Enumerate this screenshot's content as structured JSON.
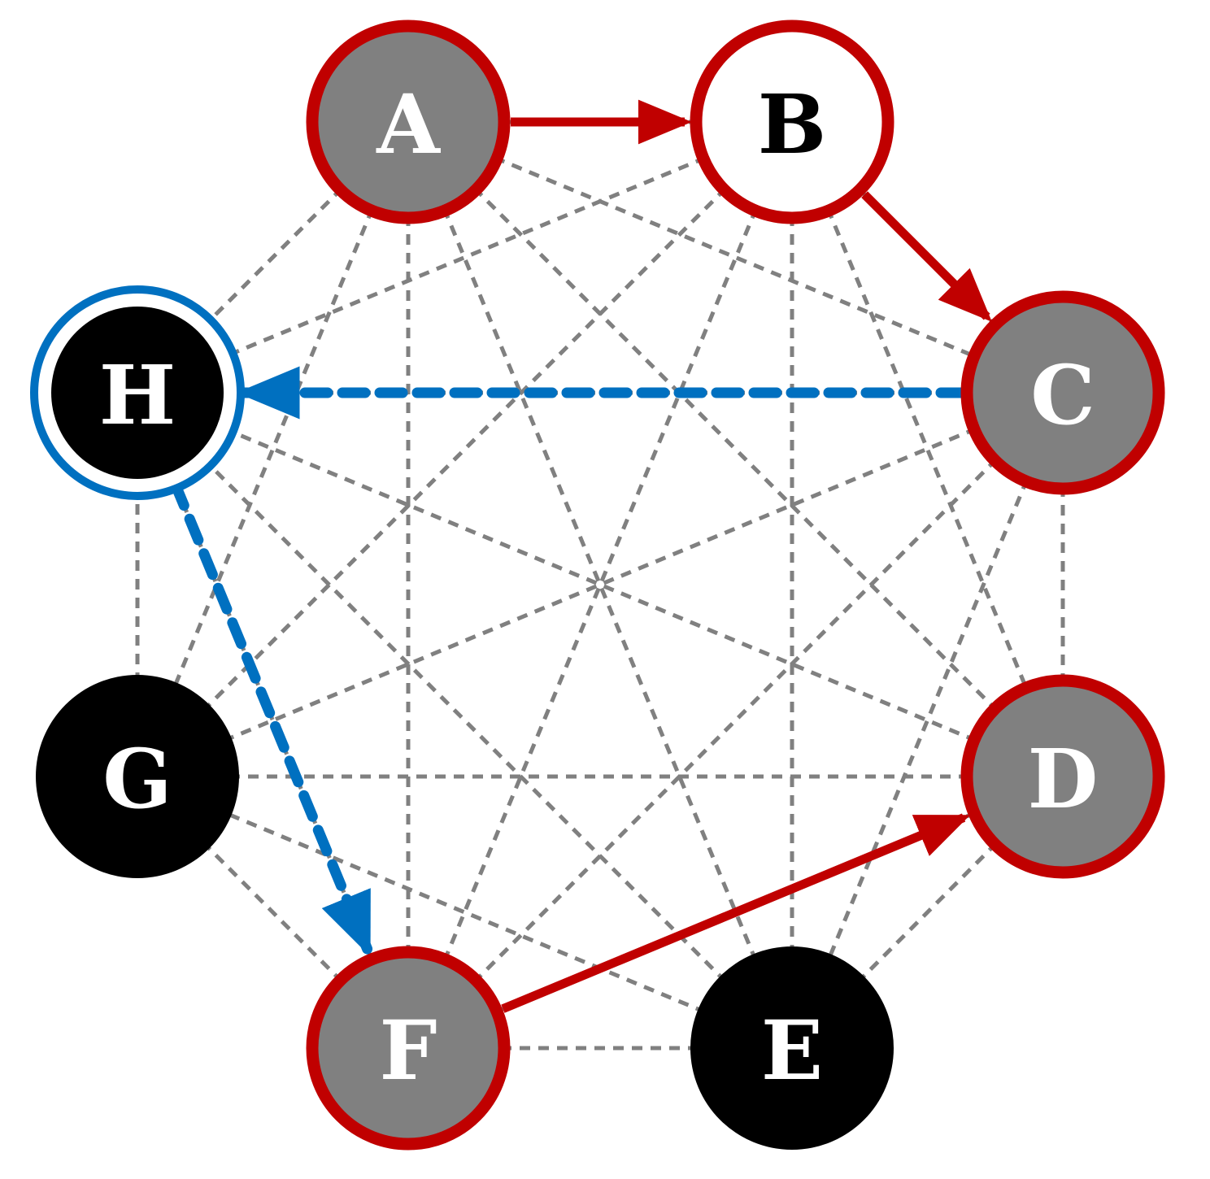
{
  "colors": {
    "background": "#ffffff",
    "background_edge": "#808080",
    "red_path": "#c00000",
    "blue_path": "#0070c0",
    "gray_fill": "#808080",
    "black_fill": "#000000",
    "white_fill": "#ffffff",
    "white_text": "#ffffff",
    "black_text": "#000000"
  },
  "nodes": [
    {
      "id": "A",
      "label": "A",
      "fill": "gray",
      "ring": "red"
    },
    {
      "id": "B",
      "label": "B",
      "fill": "white",
      "ring": "red"
    },
    {
      "id": "C",
      "label": "C",
      "fill": "gray",
      "ring": "red"
    },
    {
      "id": "D",
      "label": "D",
      "fill": "gray",
      "ring": "red"
    },
    {
      "id": "E",
      "label": "E",
      "fill": "black",
      "ring": "none"
    },
    {
      "id": "F",
      "label": "F",
      "fill": "gray",
      "ring": "red"
    },
    {
      "id": "G",
      "label": "G",
      "fill": "black",
      "ring": "none"
    },
    {
      "id": "H",
      "label": "H",
      "fill": "black",
      "ring": "blue-double"
    }
  ],
  "edges": {
    "background_style": "dashed",
    "background_connectivity": "complete",
    "red_path": [
      [
        "A",
        "B"
      ],
      [
        "B",
        "C"
      ],
      [
        "F",
        "D"
      ]
    ],
    "blue_path": [
      [
        "C",
        "H"
      ],
      [
        "H",
        "F"
      ]
    ]
  }
}
